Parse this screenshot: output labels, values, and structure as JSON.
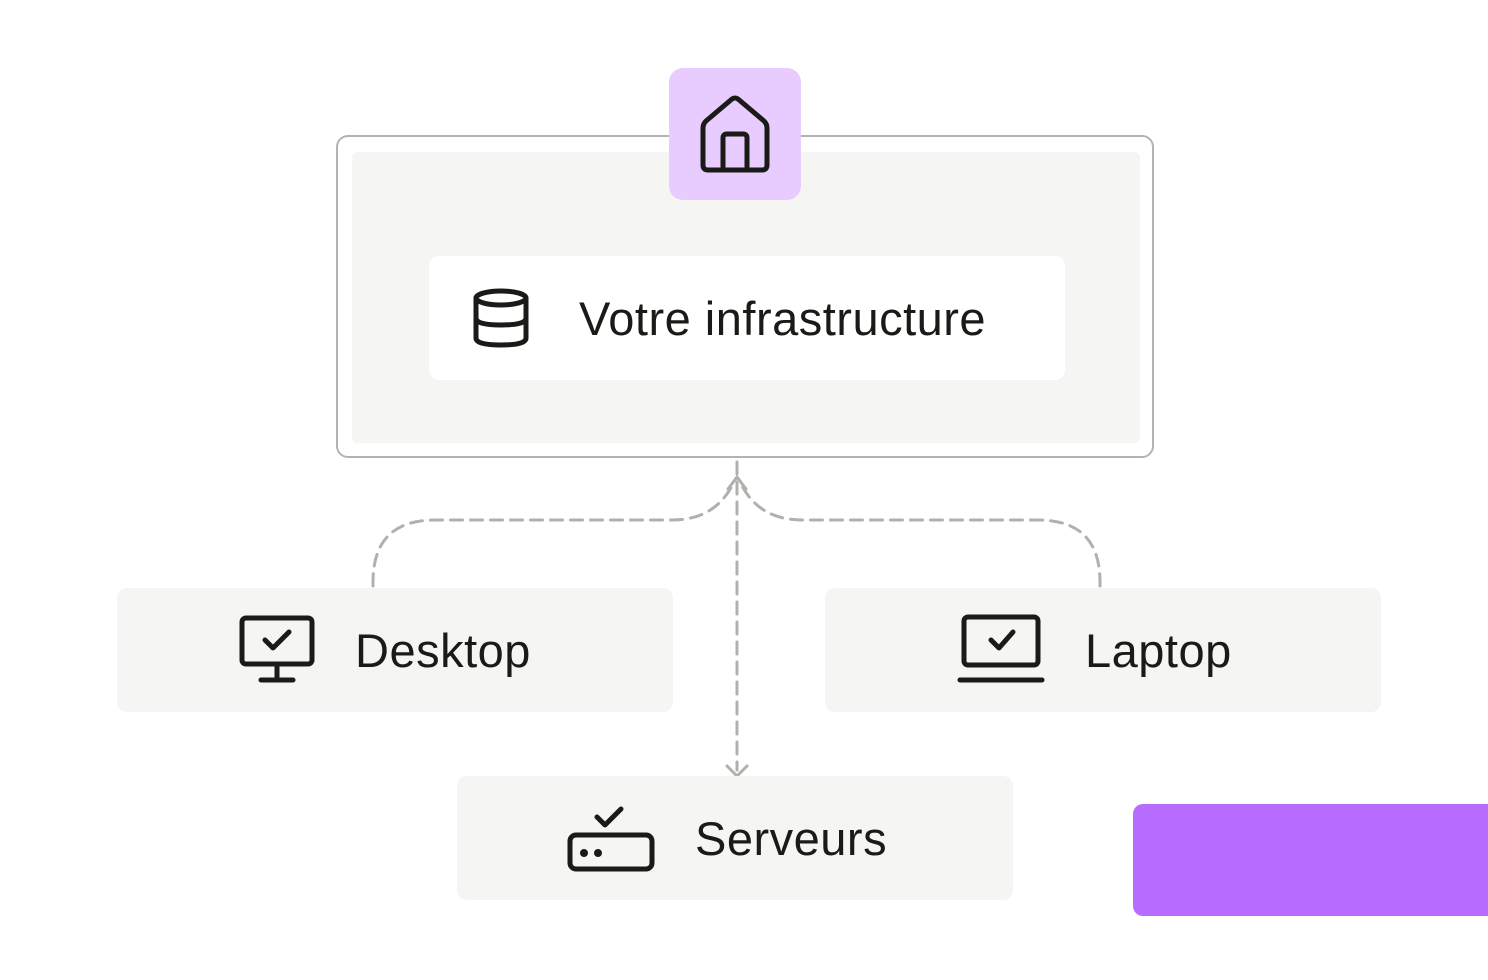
{
  "diagram": {
    "root": {
      "label": "Votre infrastructure",
      "badge_icon": "home-icon",
      "node_icon": "database-icon"
    },
    "clients": [
      {
        "label": "Desktop",
        "icon": "desktop-icon"
      },
      {
        "label": "Laptop",
        "icon": "laptop-icon"
      },
      {
        "label": "Serveurs",
        "icon": "server-icon"
      }
    ],
    "connector_style": "dashed",
    "colors": {
      "badge_bg": "#e9ccff",
      "accent": "#b86bff",
      "node_bg": "#f5f5f3",
      "border": "#b3b3b0",
      "connector": "#b0b0ad",
      "text": "#1a1a17"
    }
  }
}
